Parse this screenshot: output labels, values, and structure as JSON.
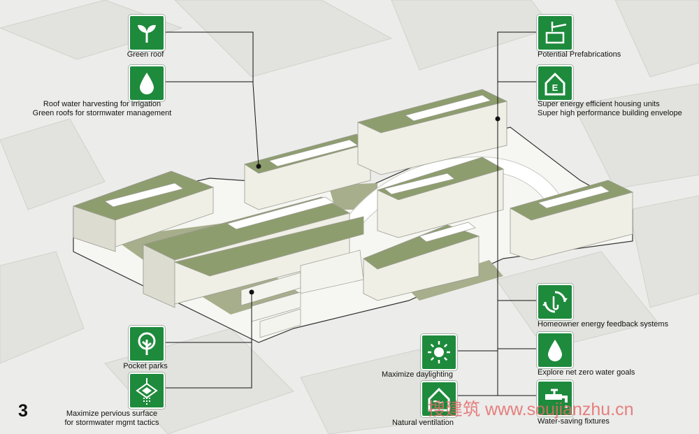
{
  "features": {
    "green_roof": {
      "line1": "Green roof"
    },
    "roof_water": {
      "line1": "Roof water harvesting for irrigation",
      "line2": "Green roofs for stormwater management"
    },
    "pocket_parks": {
      "line1": "Pocket parks"
    },
    "pervious": {
      "line1": "Maximize pervious surface",
      "line2": "for stormwater mgmt tactics"
    },
    "prefab": {
      "line1": "Potential Prefabrications"
    },
    "energy_housing": {
      "line1": "Super energy efficient housing units",
      "line2": "Super high performance building envelope"
    },
    "feedback": {
      "line1": "Homeowner energy feedback systems"
    },
    "net_zero_water": {
      "line1": "Explore net zero water goals"
    },
    "water_saving": {
      "line1": "Water-saving fixtures"
    },
    "daylighting": {
      "line1": "Maximize daylighting"
    },
    "ventilation": {
      "line1": "Natural ventilation"
    }
  },
  "icons": {
    "green_roof": "sprout-icon",
    "roof_water": "water-drop-icon",
    "pocket_parks": "tree-icon",
    "pervious": "pervious-surface-icon",
    "prefab": "crane-block-icon",
    "energy_housing": "energy-house-icon",
    "energy_letter": "E",
    "feedback": "feedback-cycle-icon",
    "net_zero_water": "water-drop-icon",
    "water_saving": "faucet-icon",
    "daylighting": "sun-icon",
    "ventilation": "ventilation-house-icon"
  },
  "panel_number": "3",
  "watermark": "搜建筑 www.soujianzhu.cn",
  "colors": {
    "icon_green": "#1e8a3c",
    "leader_line": "#111111",
    "roof_green": "#8e9d6e",
    "building_white": "#f0f0e8"
  }
}
